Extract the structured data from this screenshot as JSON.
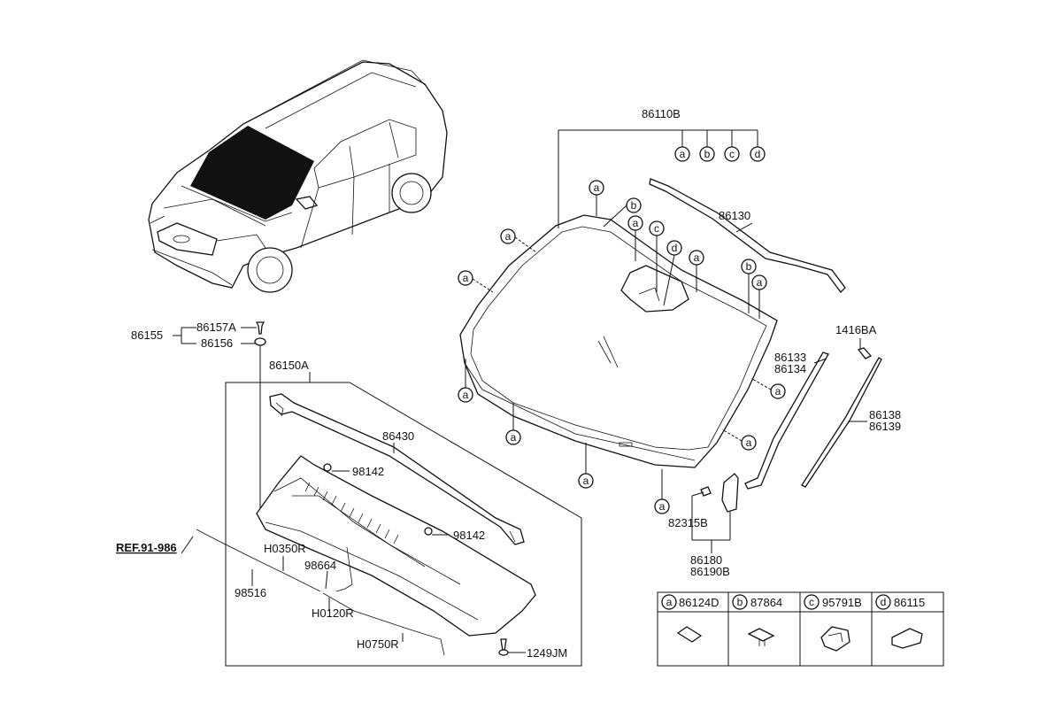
{
  "labels": {
    "p86110B": "86110B",
    "p86130": "86130",
    "p1416BA": "1416BA",
    "p86133": "86133",
    "p86134": "86134",
    "p86138": "86138",
    "p86139": "86139",
    "p82315B": "82315B",
    "p86180": "86180",
    "p86190B": "86190B",
    "p86157A": "86157A",
    "p86155": "86155",
    "p86156": "86156",
    "p86150A": "86150A",
    "p86430": "86430",
    "p98142a": "98142",
    "p98142b": "98142",
    "ref": "REF.91-986",
    "pH0350R": "H0350R",
    "p98664": "98664",
    "p98516": "98516",
    "pH0120R": "H0120R",
    "pH0750R": "H0750R",
    "p1249JM": "1249JM"
  },
  "callouts": {
    "a": "a",
    "b": "b",
    "c": "c",
    "d": "d"
  },
  "legend": {
    "items": [
      {
        "letter": "a",
        "part": "86124D"
      },
      {
        "letter": "b",
        "part": "87864"
      },
      {
        "letter": "c",
        "part": "95791B"
      },
      {
        "letter": "d",
        "part": "86115"
      }
    ]
  }
}
